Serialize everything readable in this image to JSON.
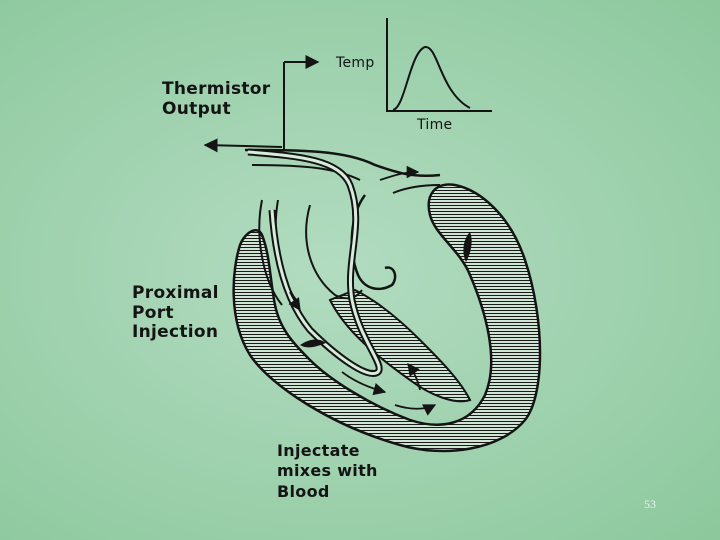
{
  "diagram": {
    "labels": {
      "thermistor_output": "Thermistor\nOutput",
      "temp_axis": "Temp",
      "time_axis": "Time",
      "proximal_port": "Proximal\nPort\nInjection",
      "injectate_mixes": "Injectate\nmixes with\nBlood"
    }
  },
  "slide": {
    "number": "53"
  },
  "colors": {
    "background": "#a4d4b3",
    "ink": "#141414",
    "muscle_fill": "#cfe4d2"
  }
}
